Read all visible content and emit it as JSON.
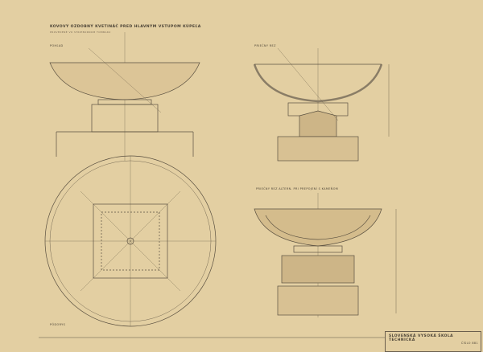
{
  "drawing": {
    "title": "KOVOVÝ OZDOBNÝ KVETINÁČ PRED HLAVNÝM VSTUPOM KÚPEĽA",
    "subtitle": "PROVEDENÉ VO STRIEBORNOM TOMBAKU",
    "views": {
      "elevation": "POHĽAD",
      "section": "PRIEČNY REZ",
      "plan": "PÔDORYS",
      "section2": "PRIEČNY REZ ALTERN. PRI PREPOJENÍ S KAMEŇOM"
    }
  },
  "title_block": {
    "school": "SLOVENSKÁ VYSOKÁ ŠKOLA TECHNICKÁ",
    "sheet": "ČÍSLO 881"
  },
  "colors": {
    "paper": "#e3cfa2",
    "ink": "#5a5040"
  }
}
